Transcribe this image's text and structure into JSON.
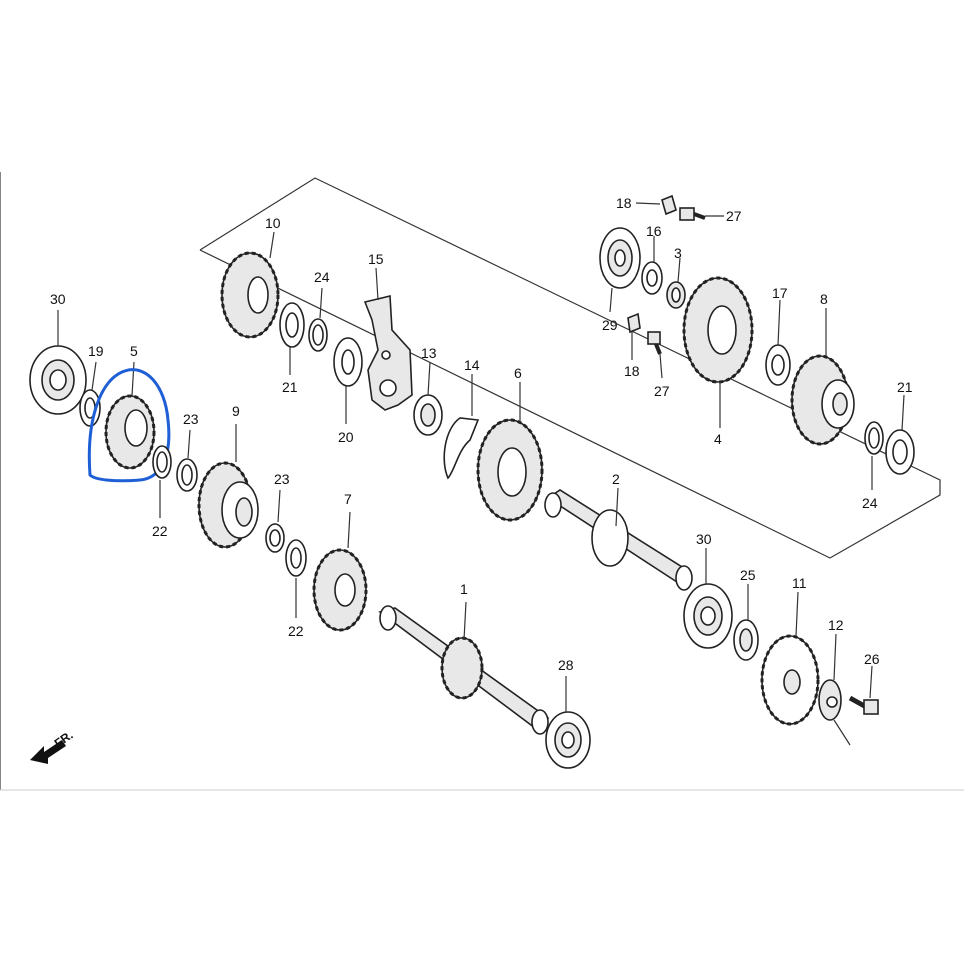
{
  "diagram": {
    "parts": [
      "1",
      "2",
      "3",
      "4",
      "5",
      "6",
      "7",
      "8",
      "9",
      "10",
      "11",
      "12",
      "13",
      "14",
      "15",
      "16",
      "17",
      "18",
      "19",
      "20",
      "21",
      "22",
      "23",
      "24",
      "25",
      "26",
      "27",
      "28",
      "29",
      "30"
    ],
    "direction_label": "FR.",
    "highlight_color": "#1e5fd6",
    "line_color": "#333333"
  },
  "labels": {
    "l30a": "30",
    "l19": "19",
    "l5": "5",
    "l22a": "22",
    "l23a": "23",
    "l9": "9",
    "l23b": "23",
    "l22b": "22",
    "l7": "7",
    "l10": "10",
    "l21a": "21",
    "l24a": "24",
    "l20": "20",
    "l15": "15",
    "l13": "13",
    "l14": "14",
    "l6": "6",
    "l1": "1",
    "l28": "28",
    "l2": "2",
    "l30b": "30",
    "l25": "25",
    "l11": "11",
    "l12": "12",
    "l26": "26",
    "l18a": "18",
    "l27a": "27",
    "l16": "16",
    "l3": "3",
    "l29": "29",
    "l18b": "18",
    "l27b": "27",
    "l4": "4",
    "l17": "17",
    "l8": "8",
    "l21b": "21",
    "l24b": "24"
  }
}
